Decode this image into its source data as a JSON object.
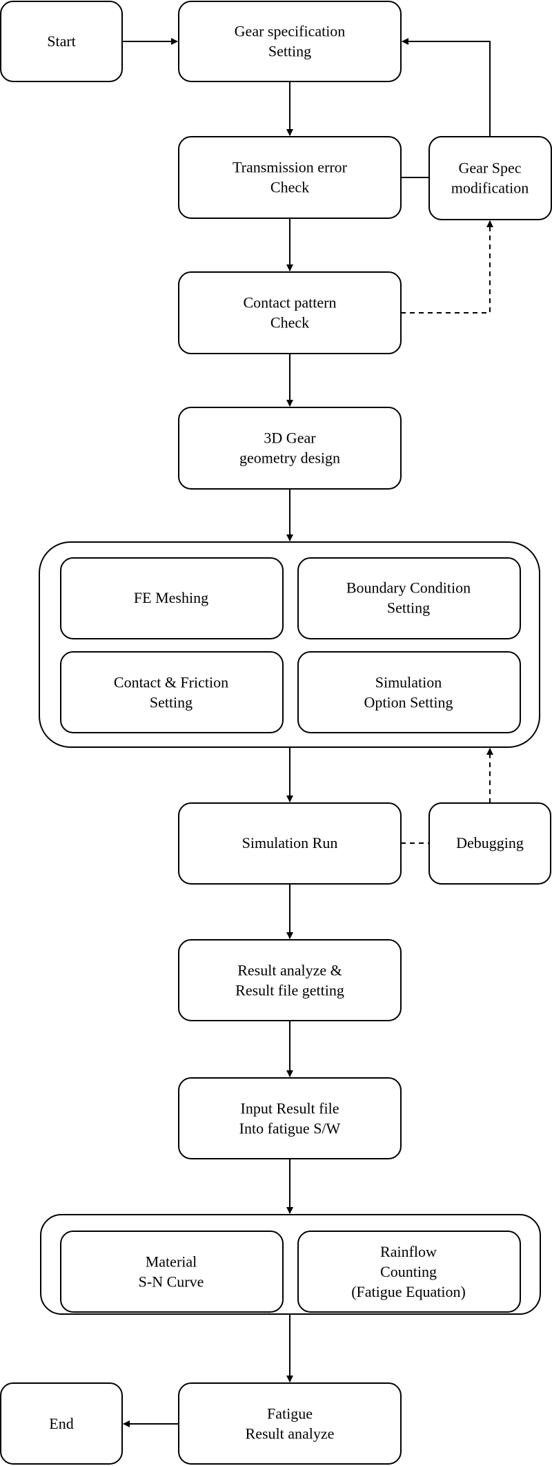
{
  "nodes": {
    "start": [
      "Start"
    ],
    "gear_spec": [
      "Gear specification",
      "Setting"
    ],
    "te_check": [
      "Transmission error",
      "Check"
    ],
    "gear_mod": [
      "Gear Spec",
      "modification"
    ],
    "contact_check": [
      "Contact pattern",
      "Check"
    ],
    "geometry": [
      "3D Gear",
      "geometry design"
    ],
    "fe_mesh": [
      "FE Meshing"
    ],
    "boundary": [
      "Boundary Condition",
      "Setting"
    ],
    "friction": [
      "Contact & Friction",
      "Setting"
    ],
    "sim_option": [
      "Simulation",
      "Option Setting"
    ],
    "sim_run": [
      "Simulation Run"
    ],
    "debugging": [
      "Debugging"
    ],
    "result_analyze": [
      "Result analyze &",
      "Result file getting"
    ],
    "input_result": [
      "Input Result file",
      "Into fatigue S/W"
    ],
    "material": [
      "Material",
      "S-N Curve"
    ],
    "rainflow": [
      "Rainflow",
      "Counting",
      "(Fatigue Equation)"
    ],
    "fatigue_result": [
      "Fatigue",
      "Result analyze"
    ],
    "end": [
      "End"
    ]
  }
}
